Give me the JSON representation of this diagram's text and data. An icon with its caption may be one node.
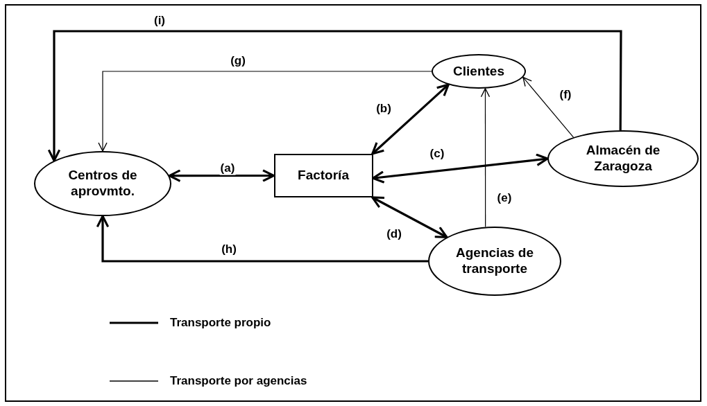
{
  "diagram": {
    "nodes": [
      {
        "text": [
          "Centros de aprovmto."
        ]
      },
      {
        "text": [
          "Factoría"
        ]
      },
      {
        "text": [
          "Clientes"
        ]
      },
      {
        "text": [
          "Almacén de Zaragoza"
        ]
      },
      {
        "text": [
          "Agencias de transporte"
        ]
      }
    ],
    "edges": [
      {
        "from": 0,
        "to": 1,
        "arrow": "both",
        "label": "(a)"
      },
      {
        "from": 1,
        "to": 2,
        "arrow": "both",
        "label": "(b)"
      },
      {
        "from": 1,
        "to": 3,
        "arrow": "both",
        "label": "(c)"
      },
      {
        "from": 1,
        "to": 4,
        "arrow": "both",
        "label": "(d)"
      },
      {
        "from": 4,
        "to": 2,
        "arrow": "to",
        "label": "(e)"
      },
      {
        "from": 3,
        "to": 2,
        "arrow": "to",
        "label": "(f)"
      },
      {
        "from": 2,
        "to": 0,
        "arrow": "to",
        "label": "(g)"
      },
      {
        "from": 4,
        "to": 0,
        "arrow": "to",
        "label": "(h)"
      },
      {
        "from": 3,
        "to": 0,
        "arrow": "to",
        "label": "(i)"
      }
    ],
    "legend": [
      {
        "text": "Transporte propio"
      },
      {
        "text": "Transporte por agencias"
      }
    ]
  }
}
